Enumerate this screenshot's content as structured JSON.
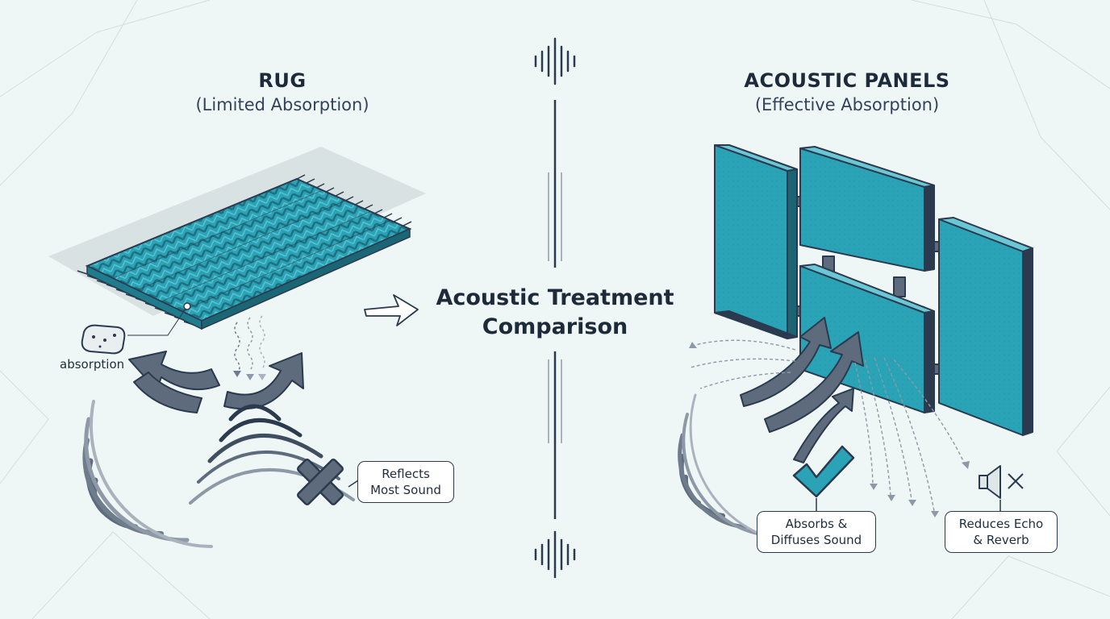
{
  "left": {
    "title": "RUG",
    "subtitle": "(Limited Absorption)",
    "absorption_label": "absorption",
    "callout_line1": "Reflects",
    "callout_line2": "Most Sound"
  },
  "center": {
    "title_line1": "Acoustic Treatment",
    "title_line2": "Comparison"
  },
  "right": {
    "title": "ACOUSTIC PANELS",
    "subtitle": "(Effective Absorption)",
    "callout_absorbs_line1": "Absorbs &",
    "callout_absorbs_line2": "Diffuses Sound",
    "callout_reduces_line1": "Reduces Echo",
    "callout_reduces_line2": "& Reverb"
  },
  "icons": [
    "sponge-icon",
    "reflect-arrow-icon",
    "cross-icon",
    "checkmark-icon",
    "speaker-mute-icon",
    "sound-wave-icon"
  ],
  "colors": {
    "teal": "#2aa3b6",
    "navy": "#2b3a4e",
    "gray": "#8d99a6",
    "background": "#eef7f5"
  }
}
